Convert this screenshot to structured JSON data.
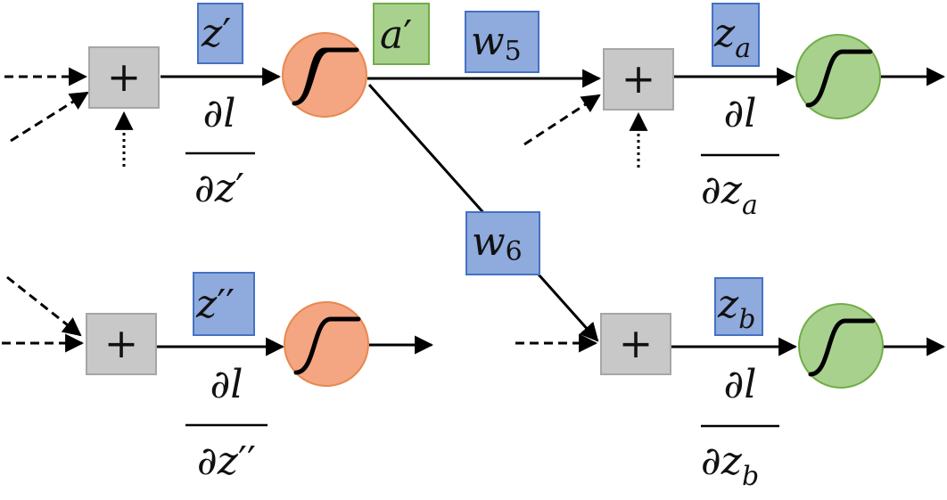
{
  "colors": {
    "sum_fill": "#c8c8c8",
    "sum_stroke": "#a6a6a6",
    "hidden_neuron_fill": "#f4a582",
    "hidden_neuron_stroke": "#e8884f",
    "output_neuron_fill": "#a9d18e",
    "output_neuron_stroke": "#70ad47",
    "var_box_fill": "#8faadc",
    "var_box_stroke": "#4472c4",
    "act_box_fill": "#a9d18e",
    "act_box_stroke": "#70ad47"
  },
  "icons": {
    "sum": "plus-icon",
    "activation": "sigmoid-icon"
  },
  "symbols": {
    "plus": "+",
    "partial": "∂",
    "loss": "l"
  },
  "labels": {
    "z_prime": {
      "base": "z",
      "mark": "′"
    },
    "a_prime": {
      "base": "a",
      "mark": "′"
    },
    "z_double_prime": {
      "base": "z",
      "mark": "′′"
    },
    "w5": {
      "base": "w",
      "sub": "5"
    },
    "w6": {
      "base": "w",
      "sub": "6"
    },
    "z_a": {
      "base": "z",
      "sub": "a"
    },
    "z_b": {
      "base": "z",
      "sub": "b"
    }
  },
  "gradients": {
    "dz_prime": {
      "num": "∂l",
      "den_base": "∂z",
      "den_mark": "′"
    },
    "dz_double_prime": {
      "num": "∂l",
      "den_base": "∂z",
      "den_mark": "′′"
    },
    "dz_a": {
      "num": "∂l",
      "den_base": "∂z",
      "den_sub": "a"
    },
    "dz_b": {
      "num": "∂l",
      "den_base": "∂z",
      "den_sub": "b"
    }
  }
}
